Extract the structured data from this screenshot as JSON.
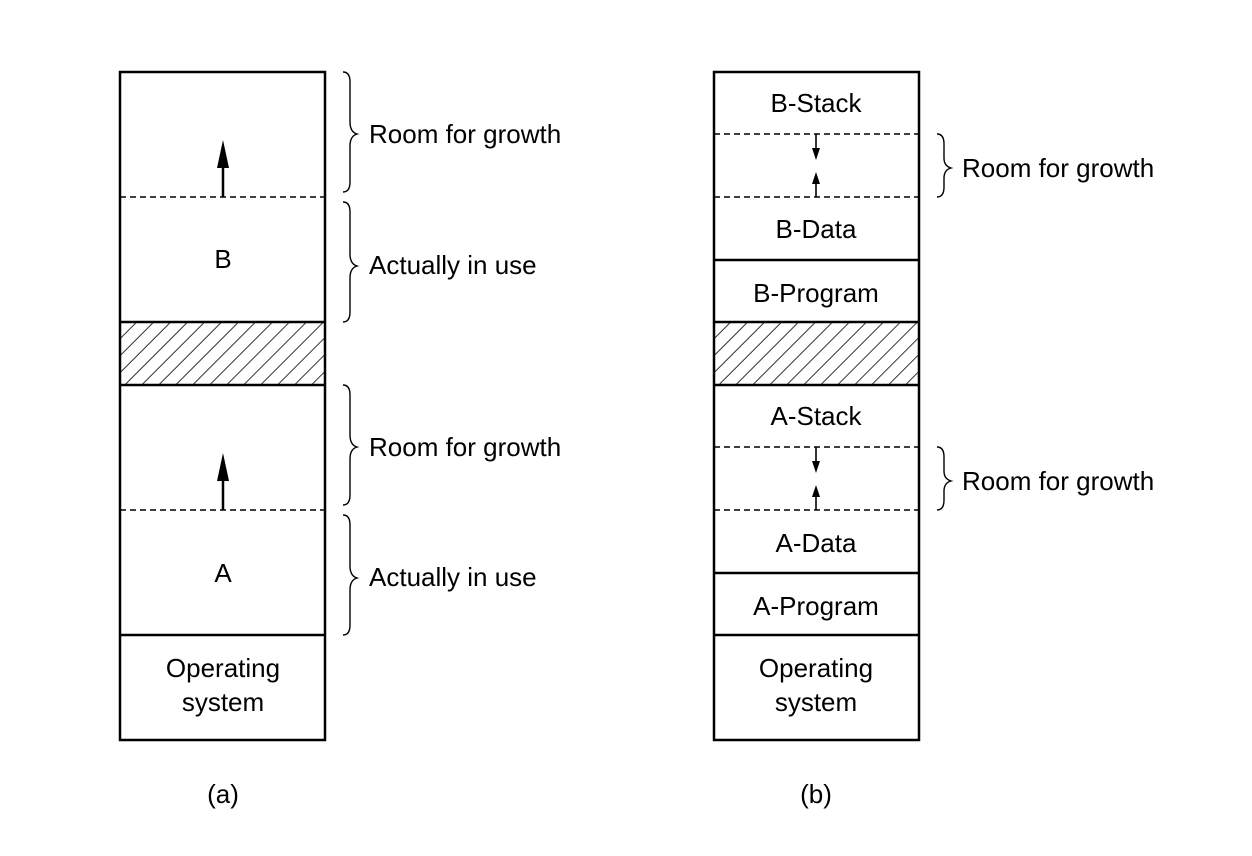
{
  "diagram_a": {
    "caption": "(a)",
    "segments": {
      "b": "B",
      "a": "A",
      "os_line1": "Operating",
      "os_line2": "system"
    },
    "braces": {
      "b_growth": "Room for growth",
      "b_use": "Actually in use",
      "a_growth": "Room for growth",
      "a_use": "Actually in use"
    }
  },
  "diagram_b": {
    "caption": "(b)",
    "segments": {
      "b_stack": "B-Stack",
      "b_data": "B-Data",
      "b_program": "B-Program",
      "a_stack": "A-Stack",
      "a_data": "A-Data",
      "a_program": "A-Program",
      "os_line1": "Operating",
      "os_line2": "system"
    },
    "braces": {
      "b_growth": "Room for growth",
      "a_growth": "Room for growth"
    }
  },
  "colors": {
    "ink": "#000000",
    "background": "#ffffff"
  }
}
